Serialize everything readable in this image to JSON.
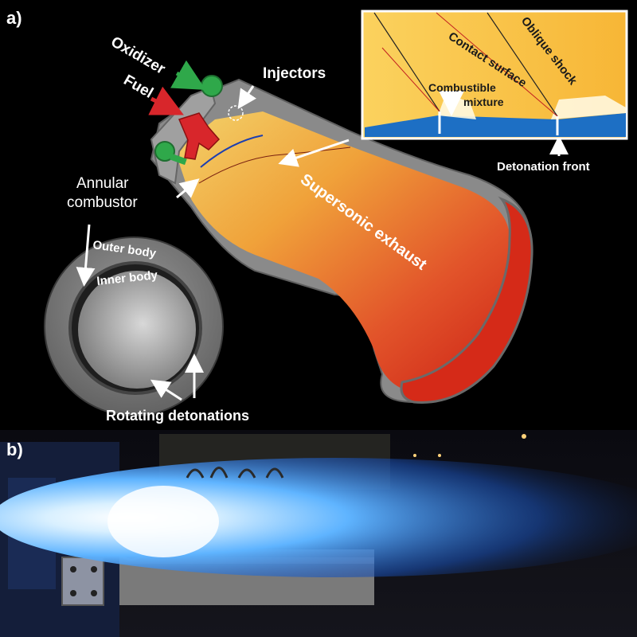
{
  "panel_a": {
    "label": "a)",
    "oxidizer": "Oxidizer",
    "fuel": "Fuel",
    "injectors": "Injectors",
    "annular_line1": "Annular",
    "annular_line2": "combustor",
    "supersonic": "Supersonic exhaust",
    "outer_body": "Outer body",
    "inner_body": "Inner body",
    "rotating": "Rotating detonations",
    "inset": {
      "contact_surface": "Contact surface",
      "oblique_shock": "Oblique shock",
      "combustible_line1": "Combustible",
      "combustible_line2": "mixture",
      "detonation_front": "Detonation front"
    }
  },
  "panel_b": {
    "label": "b)"
  },
  "colors": {
    "oxidizer_green": "#2fa84a",
    "fuel_red": "#d8262b",
    "inset_yellow": "#f9c646",
    "inset_blue": "#1d6fc4",
    "exhaust_blue": "#7ec8ff"
  }
}
